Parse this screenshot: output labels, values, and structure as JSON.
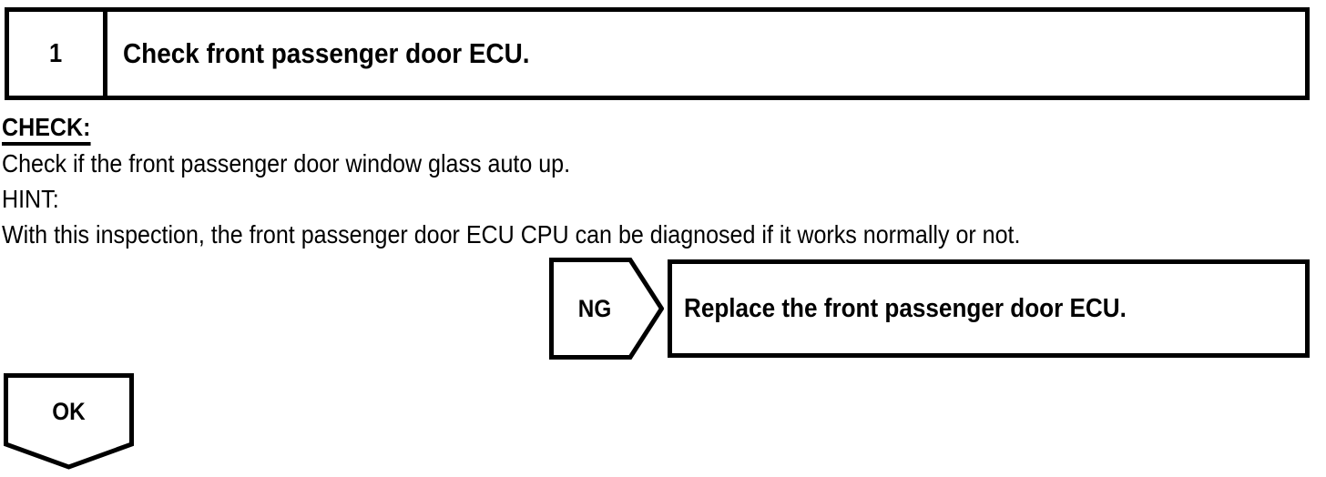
{
  "page": {
    "background_color": "#ffffff",
    "line_color": "#000000"
  },
  "step": {
    "number": "1",
    "title": "Check front passenger door ECU."
  },
  "body": {
    "check_label": "CHECK:",
    "check_text": "Check if the front passenger door window glass auto up.",
    "hint_label": "HINT:",
    "hint_text": "With this inspection, the front passenger door ECU CPU can be diagnosed if it works normally or not."
  },
  "branches": {
    "ng": {
      "label": "NG",
      "shape": "right-arrow-pentagon",
      "result": "Replace the front passenger door ECU."
    },
    "ok": {
      "label": "OK",
      "shape": "down-arrow-pentagon"
    }
  }
}
